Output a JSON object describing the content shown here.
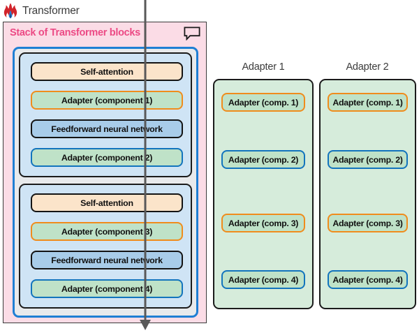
{
  "header": {
    "logo_icon": "flame-logo-icon",
    "title": "Transformer"
  },
  "stack": {
    "title": "Stack of Transformer blocks",
    "callout_icon": "speech-bubble-icon",
    "blocks": [
      {
        "rows": [
          {
            "label": "Self-attention",
            "kind": "self-attention"
          },
          {
            "label": "Adapter (component 1)",
            "kind": "adapter-orange"
          },
          {
            "label": "Feedforward neural network",
            "kind": "feedforward"
          },
          {
            "label": "Adapter (component 2)",
            "kind": "adapter-blue"
          }
        ]
      },
      {
        "rows": [
          {
            "label": "Self-attention",
            "kind": "self-attention"
          },
          {
            "label": "Adapter (component 3)",
            "kind": "adapter-orange"
          },
          {
            "label": "Feedforward neural network",
            "kind": "feedforward"
          },
          {
            "label": "Adapter (component 4)",
            "kind": "adapter-blue"
          }
        ]
      }
    ]
  },
  "panels": [
    {
      "title": "Adapter 1",
      "boxes": [
        {
          "label": "Adapter (comp. 1)",
          "kind": "adapter-orange"
        },
        {
          "label": "Adapter (comp. 2)",
          "kind": "adapter-blue"
        },
        {
          "label": "Adapter (comp. 3)",
          "kind": "adapter-orange"
        },
        {
          "label": "Adapter (comp. 4)",
          "kind": "adapter-blue"
        }
      ]
    },
    {
      "title": "Adapter 2",
      "boxes": [
        {
          "label": "Adapter (comp. 1)",
          "kind": "adapter-orange"
        },
        {
          "label": "Adapter (comp. 2)",
          "kind": "adapter-blue"
        },
        {
          "label": "Adapter (comp. 3)",
          "kind": "adapter-orange"
        },
        {
          "label": "Adapter (comp. 4)",
          "kind": "adapter-blue"
        }
      ]
    }
  ],
  "flow_arrow": {
    "icon": "downward-arrow-icon"
  },
  "colors": {
    "pink_background": "#fbdce6",
    "pink_title_text": "#ec4a85",
    "stack_border_blue": "#1f7fd4",
    "block_background_blue": "#cfe4f5",
    "self_attention_fill": "#fbe4ca",
    "feedforward_fill": "#a8cce9",
    "adapter_fill_green": "#bfe2c8",
    "adapter_border_orange": "#f08c1c",
    "adapter_border_blue": "#1274bd",
    "panel_background_green": "#d6ecdb",
    "outline_black": "#1b1b1b",
    "arrow_gray": "#595959"
  }
}
